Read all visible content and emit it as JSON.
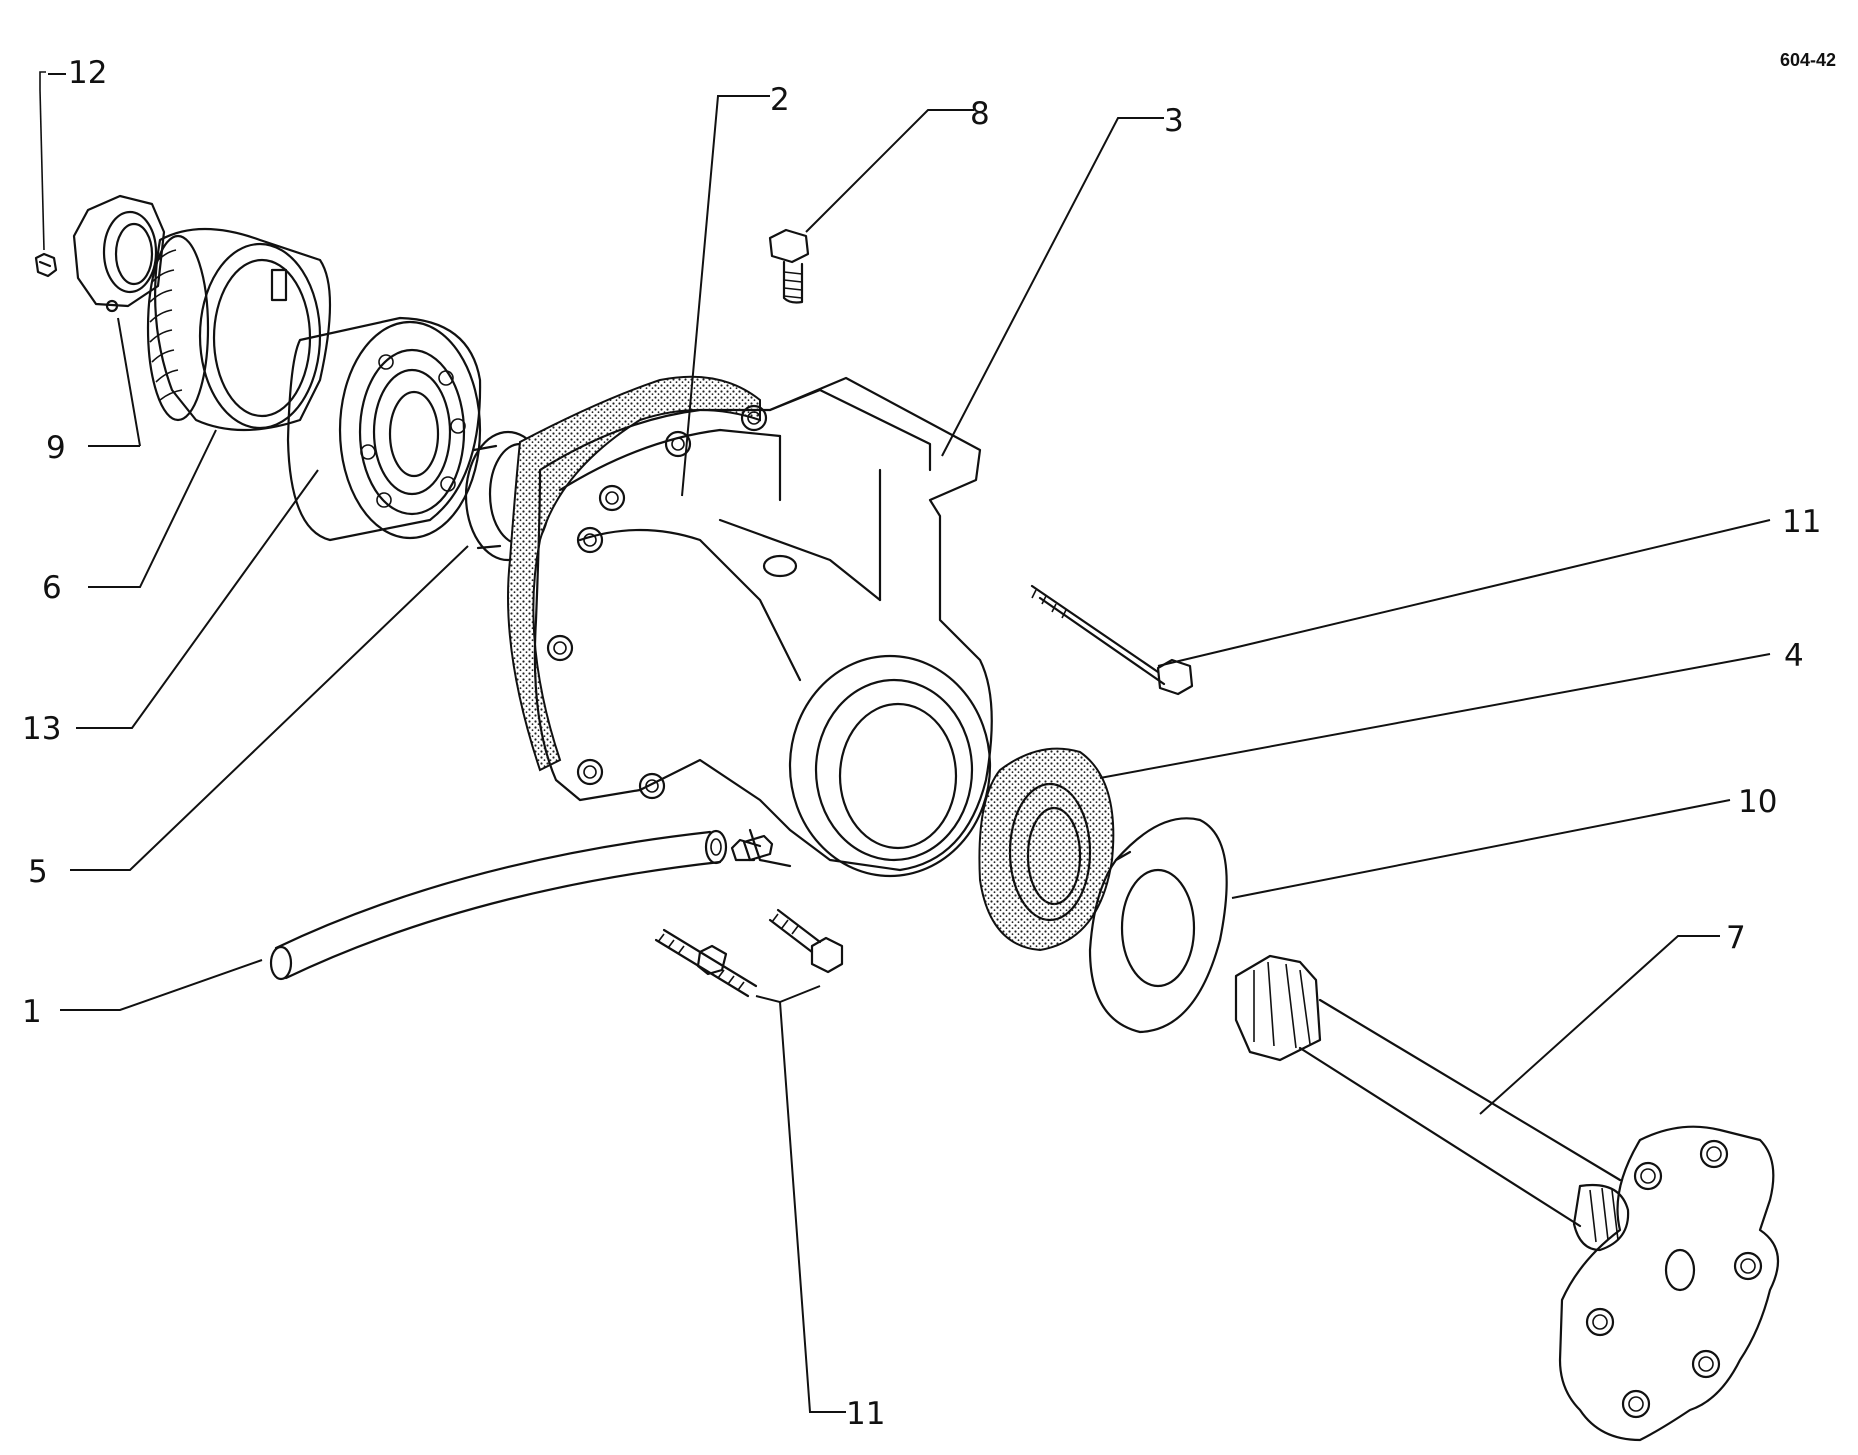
{
  "drawing_ref": "604-42",
  "callouts": {
    "c1": "1",
    "c2": "2",
    "c3": "3",
    "c4": "4",
    "c5": "5",
    "c6": "6",
    "c7": "7",
    "c8": "8",
    "c9": "9",
    "c10": "10",
    "c11_bolt": "11",
    "c11_studs": "11",
    "c12": "12",
    "c13": "13"
  }
}
